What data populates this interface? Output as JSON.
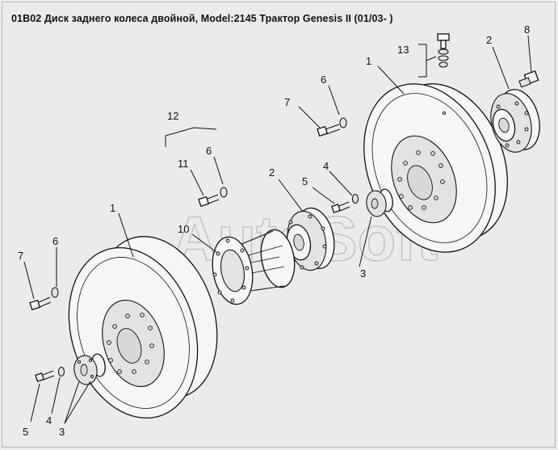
{
  "title": "01B02 Диск заднего колеса двойной, Model:2145 Трактор Genesis II (01/03- )",
  "watermark": "AutoSoft",
  "callouts": {
    "c1_right": "1",
    "c2_right": "2",
    "c8": "8",
    "c13": "13",
    "c6_top": "6",
    "c7_top": "7",
    "c12": "12",
    "c6_mid": "6",
    "c11": "11",
    "c2_mid": "2",
    "c5_mid": "5",
    "c4_mid": "4",
    "c1_left": "1",
    "c10": "10",
    "c3_mid": "3",
    "c6_left": "6",
    "c7_left": "7",
    "c5_left": "5",
    "c4_left": "4",
    "c3_left": "3"
  },
  "colors": {
    "background": "#ebebeb",
    "line": "#111111",
    "watermark": "#9a9a9a"
  }
}
